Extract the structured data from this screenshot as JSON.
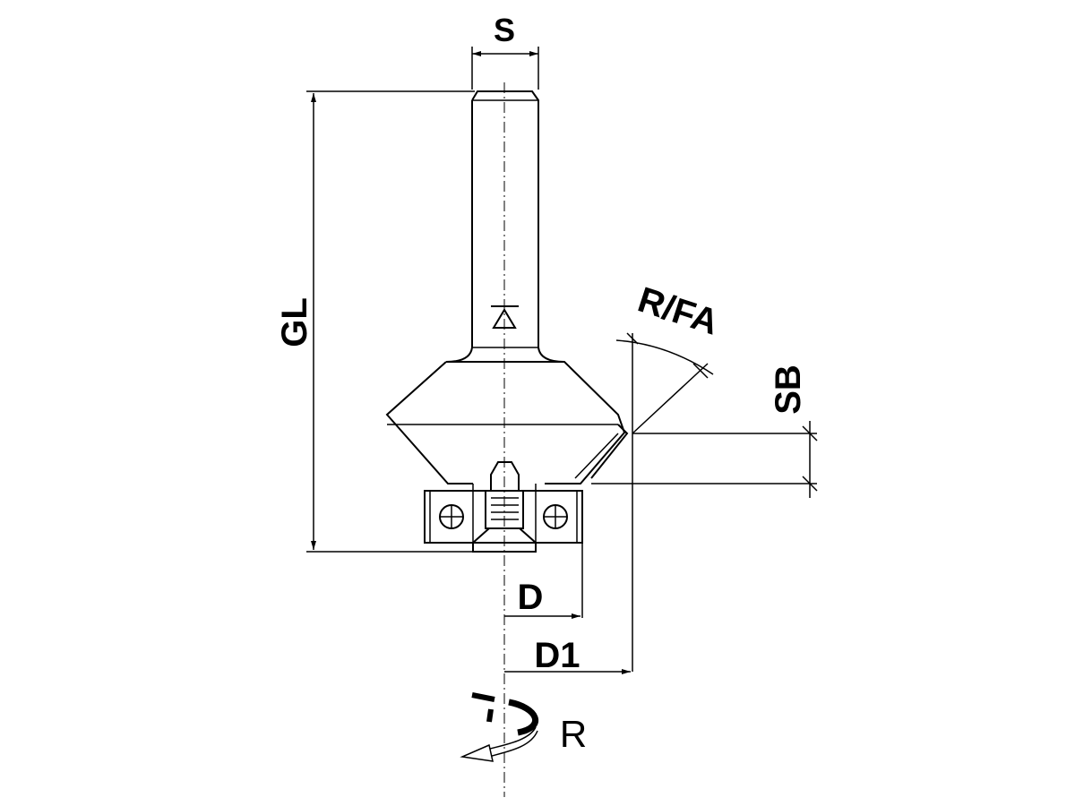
{
  "labels": {
    "shank_diameter": "S",
    "overall_length": "GL",
    "radius_chamfer": "R/FA",
    "cutting_height": "SB",
    "bearing_diameter": "D",
    "cutting_diameter": "D1",
    "rotation": "R"
  },
  "icons": [
    "arrowhead-icon",
    "rotation-arrow-icon",
    "clamping-mark-icon"
  ]
}
